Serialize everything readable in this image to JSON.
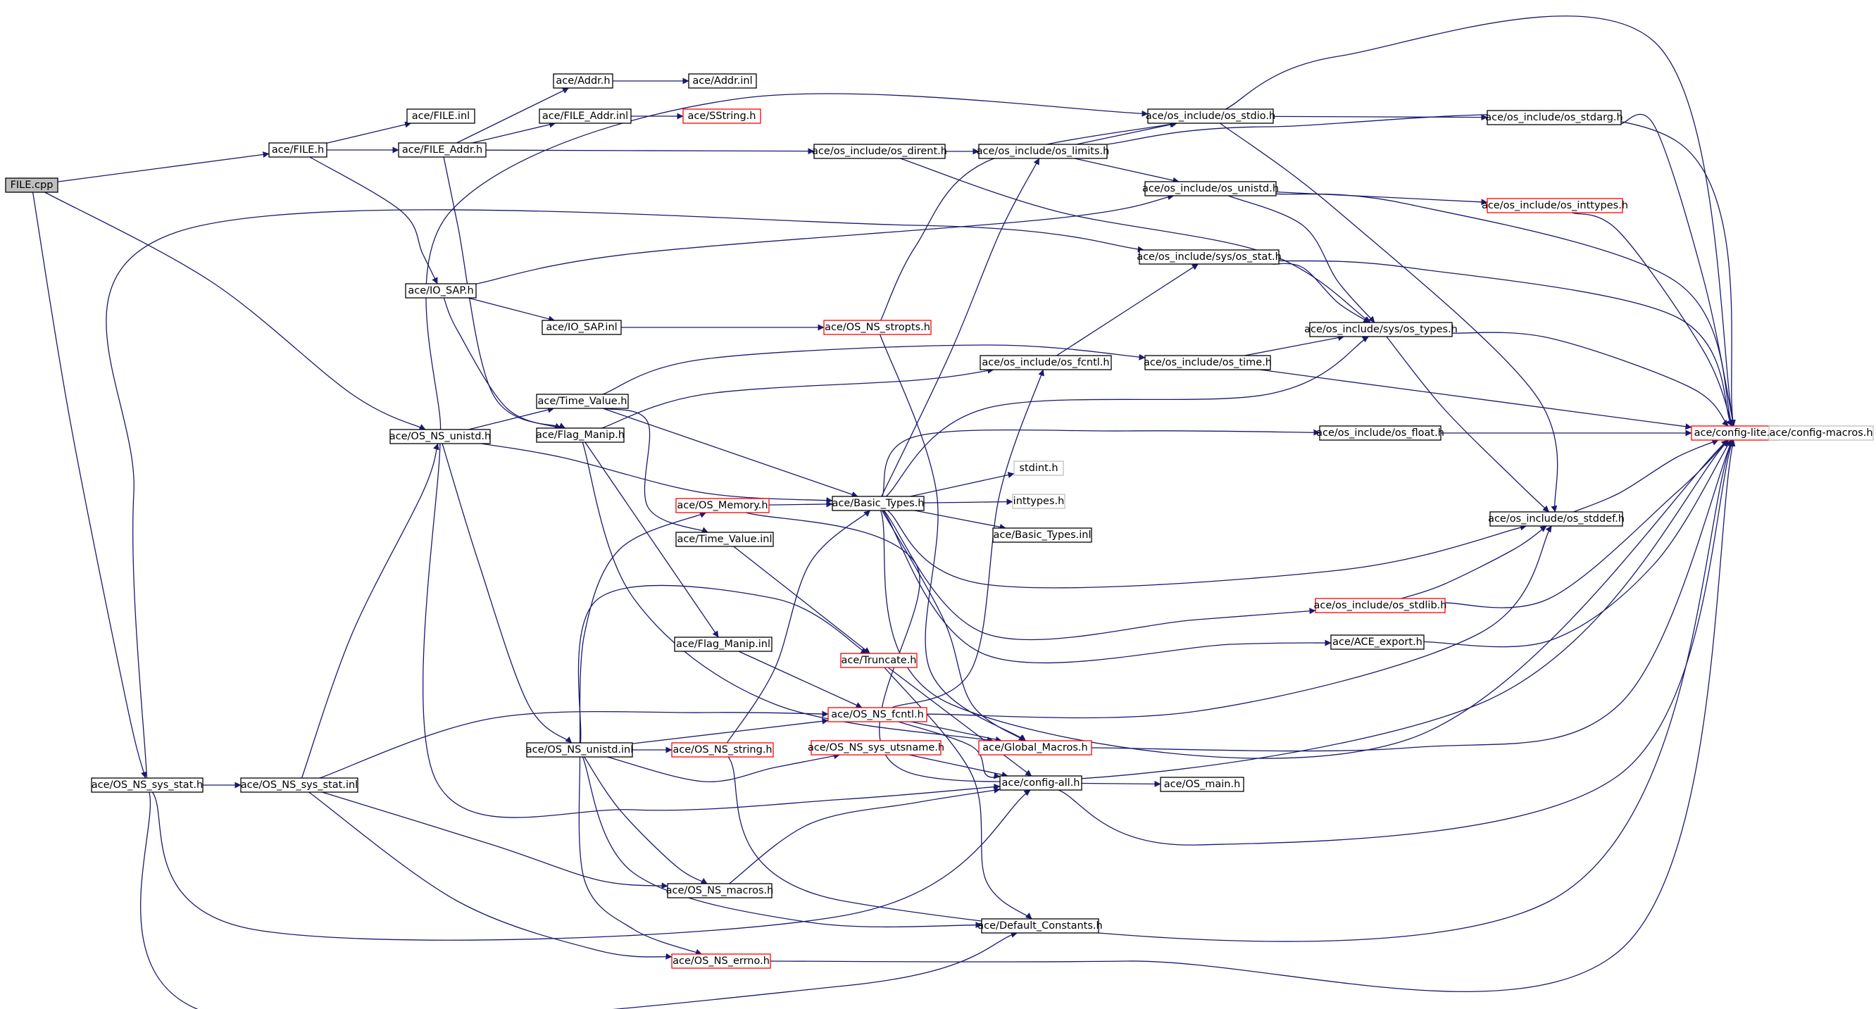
{
  "graph": {
    "type": "include-dependency-graph",
    "colors": {
      "edge": "#191970",
      "root_fill": "#bfbfbf",
      "root_border": "#000000",
      "normal_border": "#000000",
      "truncated_border": "#ff0000",
      "external_border": "#bfbfbf"
    },
    "nodes": [
      {
        "id": "file_cpp",
        "label": "FILE.cpp",
        "kind": "root"
      },
      {
        "id": "file_h",
        "label": "ace/FILE.h",
        "kind": "normal"
      },
      {
        "id": "file_inl",
        "label": "ace/FILE.inl",
        "kind": "normal"
      },
      {
        "id": "addr_h",
        "label": "ace/Addr.h",
        "kind": "normal"
      },
      {
        "id": "addr_inl",
        "label": "ace/Addr.inl",
        "kind": "normal"
      },
      {
        "id": "file_addr_h",
        "label": "ace/FILE_Addr.h",
        "kind": "normal"
      },
      {
        "id": "file_addr_inl",
        "label": "ace/FILE_Addr.inl",
        "kind": "normal"
      },
      {
        "id": "sstring_h",
        "label": "ace/SString.h",
        "kind": "truncated"
      },
      {
        "id": "os_stdio",
        "label": "ace/os_include/os_stdio.h",
        "kind": "normal"
      },
      {
        "id": "os_stdarg",
        "label": "ace/os_include/os_stdarg.h",
        "kind": "normal"
      },
      {
        "id": "os_dirent",
        "label": "ace/os_include/os_dirent.h",
        "kind": "normal"
      },
      {
        "id": "os_limits",
        "label": "ace/os_include/os_limits.h",
        "kind": "normal"
      },
      {
        "id": "os_unistd",
        "label": "ace/os_include/os_unistd.h",
        "kind": "normal"
      },
      {
        "id": "os_inttypes",
        "label": "ace/os_include/os_inttypes.h",
        "kind": "truncated"
      },
      {
        "id": "sys_os_stat",
        "label": "ace/os_include/sys/os_stat.h",
        "kind": "normal"
      },
      {
        "id": "io_sap_h",
        "label": "ace/IO_SAP.h",
        "kind": "normal"
      },
      {
        "id": "io_sap_inl",
        "label": "ace/IO_SAP.inl",
        "kind": "normal"
      },
      {
        "id": "os_ns_stropts",
        "label": "ace/OS_NS_stropts.h",
        "kind": "truncated"
      },
      {
        "id": "sys_os_types",
        "label": "ace/os_include/sys/os_types.h",
        "kind": "normal"
      },
      {
        "id": "os_fcntl",
        "label": "ace/os_include/os_fcntl.h",
        "kind": "normal"
      },
      {
        "id": "os_time",
        "label": "ace/os_include/os_time.h",
        "kind": "normal"
      },
      {
        "id": "time_value_h",
        "label": "ace/Time_Value.h",
        "kind": "normal"
      },
      {
        "id": "os_ns_unistd_h",
        "label": "ace/OS_NS_unistd.h",
        "kind": "normal"
      },
      {
        "id": "flag_manip_h",
        "label": "ace/Flag_Manip.h",
        "kind": "normal"
      },
      {
        "id": "os_float",
        "label": "ace/os_include/os_float.h",
        "kind": "normal"
      },
      {
        "id": "config_lite",
        "label": "ace/config-lite.h",
        "kind": "truncated"
      },
      {
        "id": "config_macros",
        "label": "ace/config-macros.h",
        "kind": "external"
      },
      {
        "id": "stdint_h",
        "label": "stdint.h",
        "kind": "external"
      },
      {
        "id": "os_memory",
        "label": "ace/OS_Memory.h",
        "kind": "truncated"
      },
      {
        "id": "basic_types_h",
        "label": "ace/Basic_Types.h",
        "kind": "normal"
      },
      {
        "id": "inttypes_h",
        "label": "inttypes.h",
        "kind": "external"
      },
      {
        "id": "basic_types_inl",
        "label": "ace/Basic_Types.inl",
        "kind": "normal"
      },
      {
        "id": "os_stddef",
        "label": "ace/os_include/os_stddef.h",
        "kind": "normal"
      },
      {
        "id": "time_value_inl",
        "label": "ace/Time_Value.inl",
        "kind": "normal"
      },
      {
        "id": "os_stdlib",
        "label": "ace/os_include/os_stdlib.h",
        "kind": "truncated"
      },
      {
        "id": "ace_export",
        "label": "ace/ACE_export.h",
        "kind": "normal"
      },
      {
        "id": "flag_manip_inl",
        "label": "ace/Flag_Manip.inl",
        "kind": "normal"
      },
      {
        "id": "truncate_h",
        "label": "ace/Truncate.h",
        "kind": "truncated"
      },
      {
        "id": "os_ns_fcntl",
        "label": "ace/OS_NS_fcntl.h",
        "kind": "truncated"
      },
      {
        "id": "global_macros",
        "label": "ace/Global_Macros.h",
        "kind": "truncated"
      },
      {
        "id": "os_ns_unistd_inl",
        "label": "ace/OS_NS_unistd.inl",
        "kind": "normal"
      },
      {
        "id": "os_ns_string",
        "label": "ace/OS_NS_string.h",
        "kind": "truncated"
      },
      {
        "id": "os_ns_sys_utsname",
        "label": "ace/OS_NS_sys_utsname.h",
        "kind": "truncated"
      },
      {
        "id": "os_ns_sys_stat_h",
        "label": "ace/OS_NS_sys_stat.h",
        "kind": "normal"
      },
      {
        "id": "os_ns_sys_stat_inl",
        "label": "ace/OS_NS_sys_stat.inl",
        "kind": "normal"
      },
      {
        "id": "config_all",
        "label": "ace/config-all.h",
        "kind": "normal"
      },
      {
        "id": "os_main",
        "label": "ace/OS_main.h",
        "kind": "normal"
      },
      {
        "id": "os_ns_macros",
        "label": "ace/OS_NS_macros.h",
        "kind": "normal"
      },
      {
        "id": "default_constants",
        "label": "ace/Default_Constants.h",
        "kind": "normal"
      },
      {
        "id": "os_ns_errno",
        "label": "ace/OS_NS_errno.h",
        "kind": "truncated"
      }
    ],
    "edges": [
      [
        "file_cpp",
        "file_h"
      ],
      [
        "file_cpp",
        "os_ns_unistd_h"
      ],
      [
        "file_cpp",
        "os_ns_sys_stat_h"
      ],
      [
        "file_h",
        "file_inl"
      ],
      [
        "file_h",
        "file_addr_h"
      ],
      [
        "file_h",
        "io_sap_h"
      ],
      [
        "file_addr_h",
        "addr_h"
      ],
      [
        "file_addr_h",
        "file_addr_inl"
      ],
      [
        "file_addr_h",
        "os_dirent"
      ],
      [
        "file_addr_h",
        "flag_manip_h"
      ],
      [
        "addr_h",
        "addr_inl"
      ],
      [
        "file_addr_inl",
        "sstring_h"
      ],
      [
        "os_dirent",
        "os_limits"
      ],
      [
        "os_dirent",
        "sys_os_types"
      ],
      [
        "os_limits",
        "os_stdio"
      ],
      [
        "os_limits",
        "os_unistd"
      ],
      [
        "os_limits",
        "config_lite"
      ],
      [
        "os_stdio",
        "os_stdarg"
      ],
      [
        "os_stdio",
        "os_stddef"
      ],
      [
        "os_stdio",
        "config_lite"
      ],
      [
        "os_stdarg",
        "config_lite"
      ],
      [
        "os_unistd",
        "os_inttypes"
      ],
      [
        "os_unistd",
        "sys_os_types"
      ],
      [
        "os_unistd",
        "config_lite"
      ],
      [
        "os_inttypes",
        "config_lite"
      ],
      [
        "sys_os_stat",
        "sys_os_types"
      ],
      [
        "sys_os_stat",
        "config_lite"
      ],
      [
        "sys_os_types",
        "os_stddef"
      ],
      [
        "sys_os_types",
        "config_lite"
      ],
      [
        "os_time",
        "sys_os_types"
      ],
      [
        "os_time",
        "config_lite"
      ],
      [
        "os_fcntl",
        "sys_os_stat"
      ],
      [
        "os_float",
        "config_lite"
      ],
      [
        "os_stddef",
        "config_lite"
      ],
      [
        "os_stdlib",
        "os_stddef"
      ],
      [
        "os_stdlib",
        "config_lite"
      ],
      [
        "ace_export",
        "config_lite"
      ],
      [
        "config_lite",
        "config_macros"
      ],
      [
        "io_sap_h",
        "io_sap_inl"
      ],
      [
        "io_sap_h",
        "flag_manip_h"
      ],
      [
        "io_sap_h",
        "os_unistd"
      ],
      [
        "io_sap_inl",
        "os_ns_stropts"
      ],
      [
        "os_ns_stropts",
        "os_stdio"
      ],
      [
        "os_ns_stropts",
        "global_macros"
      ],
      [
        "time_value_h",
        "os_time"
      ],
      [
        "time_value_h",
        "basic_types_h"
      ],
      [
        "time_value_h",
        "time_value_inl"
      ],
      [
        "os_ns_unistd_h",
        "time_value_h"
      ],
      [
        "os_ns_unistd_h",
        "basic_types_h"
      ],
      [
        "os_ns_unistd_h",
        "os_ns_unistd_inl"
      ],
      [
        "os_ns_unistd_h",
        "os_stdio"
      ],
      [
        "os_ns_unistd_h",
        "config_all"
      ],
      [
        "os_ns_sys_stat_h",
        "sys_os_stat"
      ],
      [
        "os_ns_sys_stat_h",
        "os_ns_sys_stat_inl"
      ],
      [
        "os_ns_sys_stat_h",
        "config_all"
      ],
      [
        "os_ns_sys_stat_h",
        "default_constants"
      ],
      [
        "os_ns_sys_stat_inl",
        "os_ns_unistd_h"
      ],
      [
        "os_ns_sys_stat_inl",
        "os_ns_fcntl"
      ],
      [
        "os_ns_sys_stat_inl",
        "os_ns_macros"
      ],
      [
        "os_ns_sys_stat_inl",
        "os_ns_errno"
      ],
      [
        "flag_manip_h",
        "os_fcntl"
      ],
      [
        "flag_manip_h",
        "flag_manip_inl"
      ],
      [
        "flag_manip_h",
        "global_macros"
      ],
      [
        "basic_types_h",
        "stdint_h"
      ],
      [
        "basic_types_h",
        "inttypes_h"
      ],
      [
        "basic_types_h",
        "basic_types_inl"
      ],
      [
        "basic_types_h",
        "os_limits"
      ],
      [
        "basic_types_h",
        "sys_os_types"
      ],
      [
        "basic_types_h",
        "os_float"
      ],
      [
        "basic_types_h",
        "os_stddef"
      ],
      [
        "basic_types_h",
        "os_stdlib"
      ],
      [
        "basic_types_h",
        "ace_export"
      ],
      [
        "basic_types_h",
        "config_lite"
      ],
      [
        "basic_types_h",
        "global_macros"
      ],
      [
        "os_memory",
        "basic_types_h"
      ],
      [
        "os_memory",
        "config_lite"
      ],
      [
        "time_value_inl",
        "truncate_h"
      ],
      [
        "flag_manip_inl",
        "os_ns_fcntl"
      ],
      [
        "truncate_h",
        "config_all"
      ],
      [
        "truncate_h",
        "default_constants"
      ],
      [
        "os_ns_fcntl",
        "os_fcntl"
      ],
      [
        "os_ns_fcntl",
        "global_macros"
      ],
      [
        "os_ns_fcntl",
        "config_all"
      ],
      [
        "os_ns_fcntl",
        "os_stddef"
      ],
      [
        "global_macros",
        "config_lite"
      ],
      [
        "os_ns_unistd_inl",
        "os_ns_fcntl"
      ],
      [
        "os_ns_unistd_inl",
        "os_ns_string"
      ],
      [
        "os_ns_unistd_inl",
        "os_ns_sys_utsname"
      ],
      [
        "os_ns_unistd_inl",
        "os_memory"
      ],
      [
        "os_ns_unistd_inl",
        "truncate_h"
      ],
      [
        "os_ns_unistd_inl",
        "os_ns_macros"
      ],
      [
        "os_ns_unistd_inl",
        "os_ns_errno"
      ],
      [
        "os_ns_unistd_inl",
        "default_constants"
      ],
      [
        "os_ns_string",
        "basic_types_h"
      ],
      [
        "os_ns_string",
        "config_lite"
      ],
      [
        "os_ns_sys_utsname",
        "config_all"
      ],
      [
        "config_all",
        "os_main"
      ],
      [
        "config_all",
        "config_lite"
      ],
      [
        "os_ns_macros",
        "config_all"
      ],
      [
        "os_ns_errno",
        "config_lite"
      ]
    ]
  }
}
